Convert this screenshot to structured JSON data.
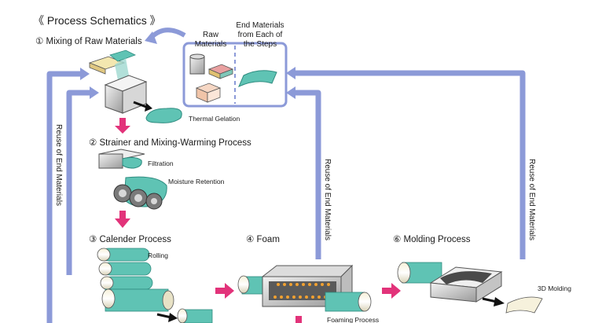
{
  "title": "《 Process Schematics 》",
  "legend": {
    "raw_materials": "Raw\nMaterials",
    "end_materials": "End Materials\nfrom Each of\nthe Steps"
  },
  "steps": {
    "mixing": "① Mixing of Raw Materials",
    "strainer": "② Strainer and Mixing-Warming Process",
    "calender": "③ Calender Process",
    "foam": "④ Foam",
    "molding": "⑥ Molding Process"
  },
  "annotations": {
    "thermal_gelation": "Thermal Gelation",
    "filtration": "Filtration",
    "moisture_retention": "Moisture Retention",
    "rolling": "Rolling",
    "foaming_process": "Foaming Process",
    "molding_3d": "3D Molding"
  },
  "reuse": {
    "left": "Reuse of End Materials",
    "middle": "Reuse of End Materials",
    "right": "Reuse of End Materials"
  },
  "colors": {
    "reuse_arrow": "#8c9ad8",
    "flow_arrow": "#e2337a",
    "teal_material": "#5fc3b4",
    "frame": "#8c9ad8"
  }
}
